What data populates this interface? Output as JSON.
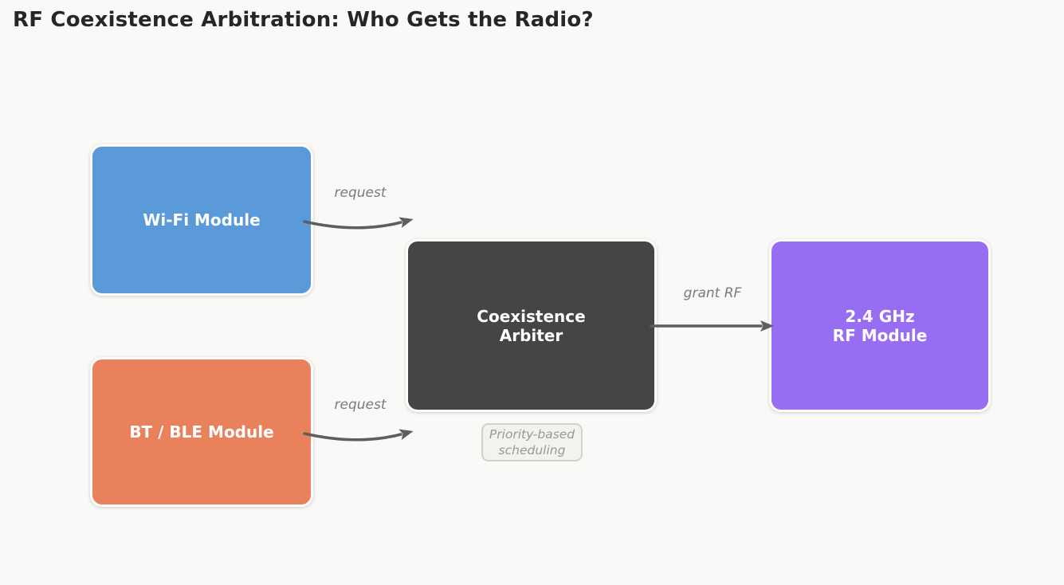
{
  "title": "RF Coexistence Arbitration: Who Gets the Radio?",
  "nodes": {
    "wifi": {
      "label": "Wi-Fi Module",
      "fill": "#5b9ad8"
    },
    "bt": {
      "label": "BT / BLE Module",
      "fill": "#e8815c"
    },
    "arbiter": {
      "lines": [
        "Coexistence",
        "Arbiter"
      ],
      "fill": "#454545"
    },
    "rf": {
      "lines": [
        "2.4 GHz",
        "RF Module"
      ],
      "fill": "#976ef2"
    }
  },
  "edges": {
    "wifi_to_arbiter": {
      "label": "request"
    },
    "bt_to_arbiter": {
      "label": "request"
    },
    "arbiter_to_rf": {
      "label": "grant RF"
    }
  },
  "note": {
    "lines": [
      "Priority-based",
      "scheduling"
    ]
  },
  "colors": {
    "background": "#f9f9f7",
    "title_text": "#262626",
    "node_text": "#ffffff",
    "arrow": "#5e5e5e",
    "edge_label_text": "#7a7a7a",
    "note_background": "#f2f2ee",
    "note_border": "#d2d2cc",
    "note_text": "#98989a"
  }
}
